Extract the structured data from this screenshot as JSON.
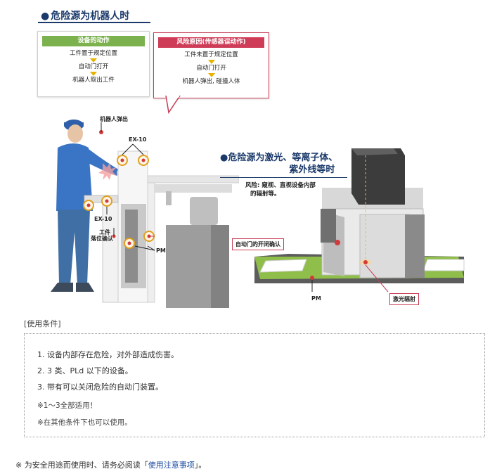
{
  "top": {
    "title": "危险源为机器人时"
  },
  "action_box": {
    "header": "设备的动作",
    "steps": [
      "工件置于规定位置",
      "自动门打开",
      "机器人取出工件"
    ]
  },
  "risk_box": {
    "header": "风险原因(传感器误动作)",
    "steps": [
      "工件未置于规定位置",
      "自动门打开",
      "机器人弹出, 碰撞人体"
    ]
  },
  "left_labels": {
    "robot_eject": "机器人弹出",
    "ex10_top": "EX-10",
    "ex10_bottom": "EX-10",
    "workpiece_line1": "工件",
    "workpiece_line2": "落位确认",
    "pm": "PM"
  },
  "laser": {
    "title_line1": "危险源为激光、等离子体、",
    "title_line2": "紫外线等时",
    "risk_line1": "风险: 窥视、直视设备内部",
    "risk_line2": "的辐射等。",
    "door_label": "自动门的开闭确认",
    "pm": "PM",
    "laser_label": "激光辐射"
  },
  "conditions": {
    "label": "[使用条件]",
    "items": [
      "1. 设备内部存在危险，对外部造成伤害。",
      "2. 3 类、PLd 以下的设备。",
      "3. 带有可以关闭危险的自动门装置。",
      "※1～3全部适用！",
      "※在其他条件下也可以使用。"
    ]
  },
  "footer": {
    "prefix": "※ 为安全用途而使用时、请务必阅读「",
    "link": "使用注意事项",
    "suffix": "」。"
  },
  "colors": {
    "navy": "#1b3a6b",
    "green_header": "#7cb24e",
    "red_header": "#cf3c57",
    "arrow_yellow": "#e8b200",
    "sensor_red": "#c63c55"
  }
}
